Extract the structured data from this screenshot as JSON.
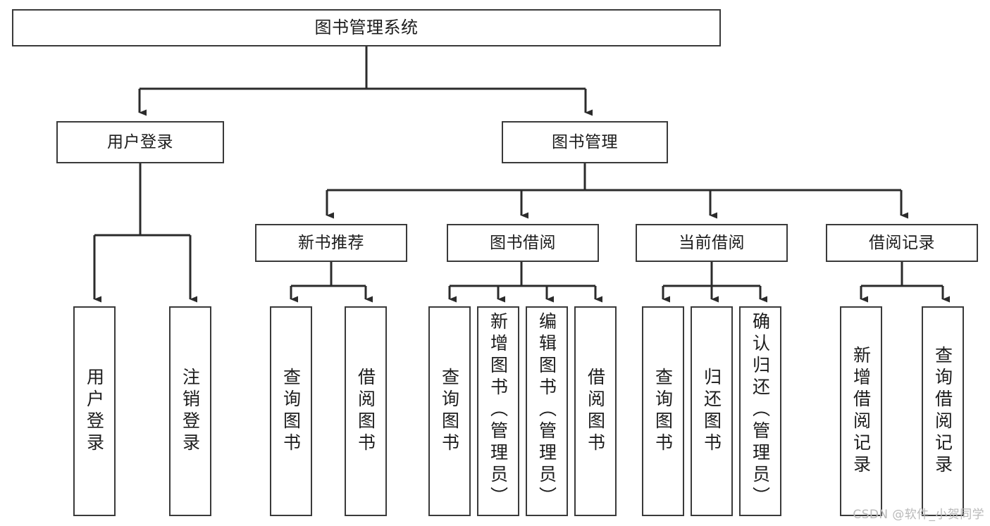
{
  "diagram": {
    "title": "图书管理系统",
    "type": "tree-hierarchy-chart",
    "stroke_color": "#3a3a3a",
    "fill_color": "#ffffff",
    "text_color": "#1c1c1c"
  },
  "root": {
    "label": "图书管理系统"
  },
  "tier1": [
    {
      "label": "用户登录"
    },
    {
      "label": "图书管理"
    }
  ],
  "tier2": [
    {
      "label": "新书推荐"
    },
    {
      "label": "图书借阅"
    },
    {
      "label": "当前借阅"
    },
    {
      "label": "借阅记录"
    }
  ],
  "leaves": {
    "user_login": [
      {
        "label": "用户登录"
      },
      {
        "label": "注销登录"
      }
    ],
    "new_book": [
      {
        "label": "查询图书"
      },
      {
        "label": "借阅图书"
      }
    ],
    "book_borrow": [
      {
        "label": "查询图书"
      },
      {
        "label": "新增图书（管理员）"
      },
      {
        "label": "编辑图书（管理员）"
      },
      {
        "label": "借阅图书"
      }
    ],
    "current_borrow": [
      {
        "label": "查询图书"
      },
      {
        "label": "归还图书"
      },
      {
        "label": "确认归还（管理员）"
      }
    ],
    "borrow_record": [
      {
        "label": "新增借阅记录"
      },
      {
        "label": "查询借阅记录"
      }
    ]
  },
  "watermark": {
    "text": "CSDN @软件_小贺同学"
  }
}
